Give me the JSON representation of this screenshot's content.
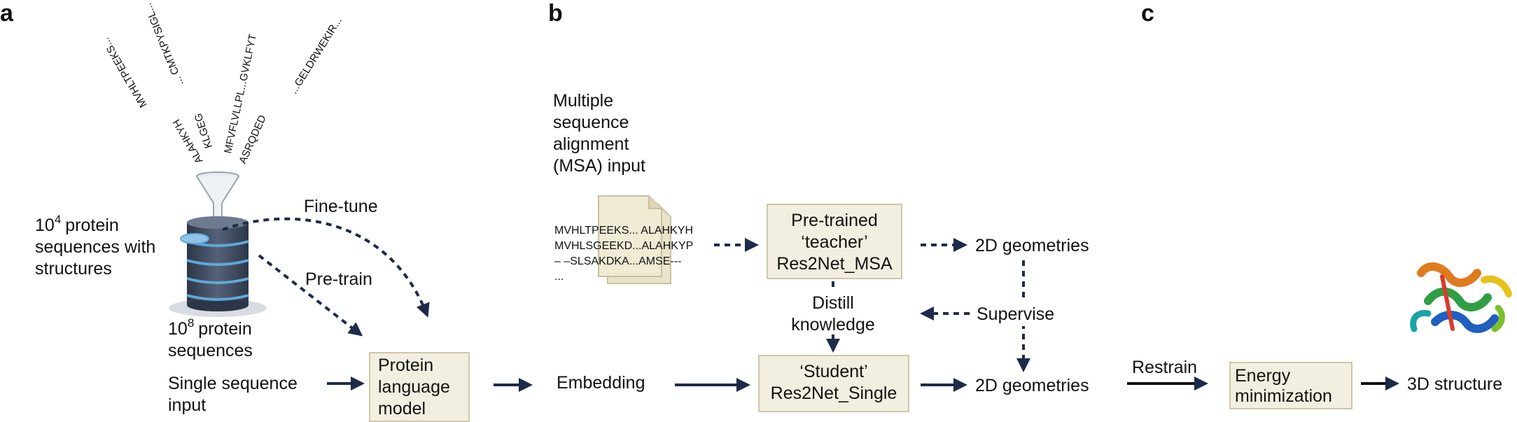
{
  "panels": {
    "a": "a",
    "b": "b",
    "c": "c"
  },
  "panel_a": {
    "sequences": [
      {
        "head": "MVHLTPEEKS...",
        "tail": "ALAHKYH"
      },
      {
        "head": "... CMTKPYSIGL...",
        "tail": "KLGEG"
      },
      {
        "head": "MFVFLVLLPL...GVKLFYT",
        "tail": ""
      },
      {
        "head": "...GELDRWEKIR...",
        "tail": "ASRQDED"
      }
    ],
    "db_structures_sup": "4",
    "db_structures_lines": [
      "10",
      "protein",
      "sequences with",
      "structures"
    ],
    "db_sequences_sup": "8",
    "db_sequences_lines": [
      "10",
      "protein",
      "sequences"
    ],
    "finetune": "Fine-tune",
    "pretrain": "Pre-train",
    "single_input_lines": [
      "Single sequence",
      "input"
    ],
    "plm_lines": [
      "Protein",
      "language",
      "model"
    ]
  },
  "panel_b": {
    "msa_title_lines": [
      "Multiple",
      "sequence",
      "alignment",
      "(MSA) input"
    ],
    "msa_rows": [
      "MVHLTPEEKS...  ALAHKYH",
      "MVHLSGEEKD...ALAHKYP",
      "– –SLSAKDKA...AMSE---",
      "..."
    ],
    "teacher_lines": [
      "Pre-trained",
      "‘teacher’",
      "Res2Net_MSA"
    ],
    "geom_top": "2D geometries",
    "distill_lines": [
      "Distill",
      "knowledge"
    ],
    "supervise": "Supervise",
    "embedding": "Embedding",
    "student_lines": [
      "‘Student’",
      "Res2Net_Single"
    ],
    "geom_bottom": "2D geometries"
  },
  "panel_c": {
    "restrain": "Restrain",
    "energy_lines": [
      "Energy",
      "minimization"
    ],
    "structure": "3D structure"
  },
  "colors": {
    "arrow": "#1d2b4a",
    "box_fill": "#f3efe0",
    "box_stroke": "#cfc6a6",
    "db_body": "#3d4a5e",
    "db_stripe": "#5fa8d8"
  }
}
